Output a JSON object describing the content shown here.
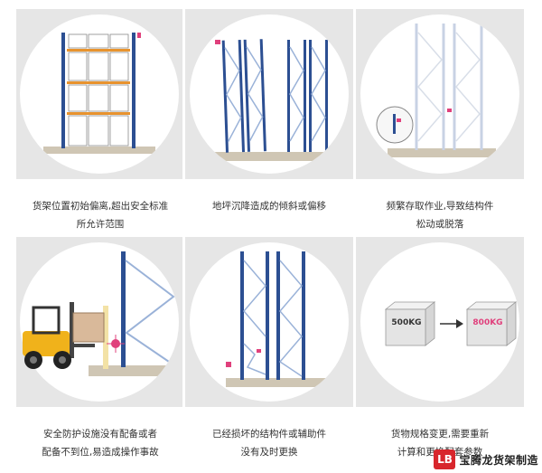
{
  "colors": {
    "panel_bg": "#e6e6e6",
    "upright": "#2c4f92",
    "beam": "#e8932e",
    "brace": "#9ab2d8",
    "floor": "#cfc6b4",
    "alert": "#e0407c",
    "logo": "#d8262c"
  },
  "captions": [
    {
      "line1": "货架位置初始偏离,超出安全标准",
      "line2": "所允许范围"
    },
    {
      "line1": "地坪沉降造成的倾斜或偏移",
      "line2": ""
    },
    {
      "line1": "频繁存取作业,导致结构件",
      "line2": "松动或脱落"
    },
    {
      "line1": "安全防护设施没有配备或者",
      "line2": "配备不到位,易造成操作事故"
    },
    {
      "line1": "已经损坏的结构件或辅助件",
      "line2": "没有及时更换"
    },
    {
      "line1": "货物规格变更,需要重新",
      "line2": "计算和更换配套参数"
    }
  ],
  "box_labels": {
    "before": "500KG",
    "after": "800KG"
  },
  "logo": {
    "mark": "LB",
    "text": "宝腾龙货架制造"
  }
}
